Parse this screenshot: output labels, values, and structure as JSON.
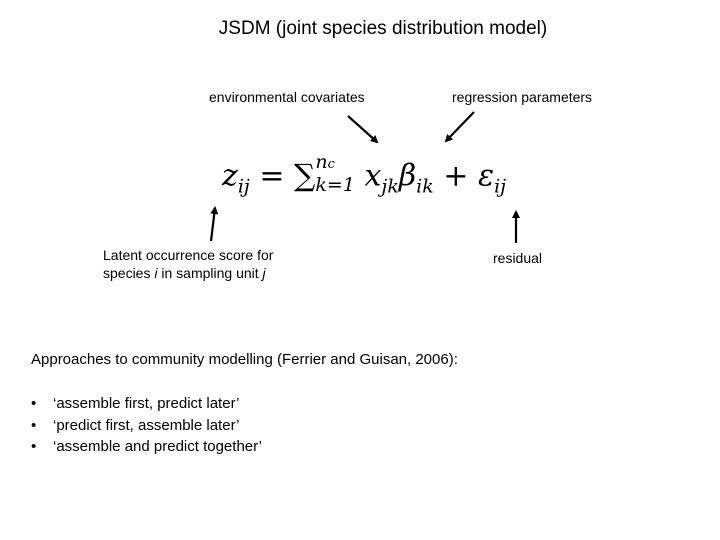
{
  "title": "JSDM (joint species distribution model)",
  "labels": {
    "env_covariates": "environmental covariates",
    "regression_params": "regression parameters",
    "latent_line1": "Latent occurrence score for",
    "latent_line2_a": "species ",
    "latent_line2_i": "i",
    "latent_line2_b": " in sampling unit ",
    "latent_line2_j": "j",
    "residual": "residual"
  },
  "equation": {
    "z": "z",
    "z_sub": "ij",
    "equals": " = ",
    "sum": "∑",
    "sum_sup": "n",
    "sum_sup_sub": "c",
    "sum_sub": "k=1",
    "x": " x",
    "x_sub": "jk",
    "beta": "β",
    "beta_sub": "ik",
    "plus": " + ",
    "eps": "ε",
    "eps_sub": "ij"
  },
  "approaches_heading": "Approaches to community modelling (Ferrier and Guisan, 2006):",
  "approaches": [
    "‘assemble first, predict later’",
    "‘predict first, assemble later’",
    "‘assemble and predict together’"
  ]
}
